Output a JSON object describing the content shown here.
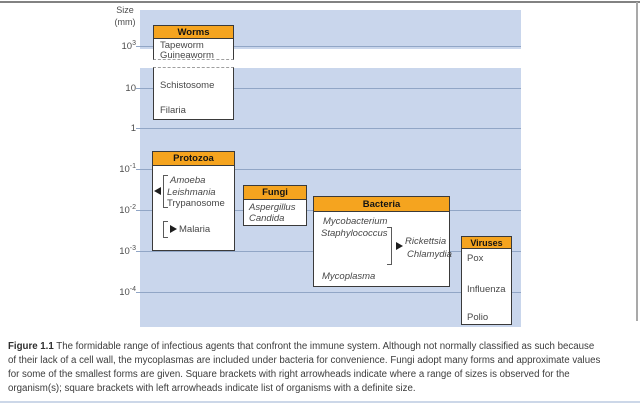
{
  "figure": {
    "axis": {
      "title_line1": "Size",
      "title_line2": "(mm)",
      "ticks": [
        {
          "base": "10",
          "exp": "3"
        },
        {
          "base": "10",
          "exp": ""
        },
        {
          "base": "1",
          "exp": ""
        },
        {
          "base": "10",
          "exp": "-1"
        },
        {
          "base": "10",
          "exp": "-2"
        },
        {
          "base": "10",
          "exp": "-3"
        },
        {
          "base": "10",
          "exp": "-4"
        }
      ]
    },
    "groups": {
      "worms": {
        "label": "Worms",
        "upper": [
          "Tapeworm",
          "Guineaworm"
        ],
        "lower": [
          "Schistosome",
          "Filaria"
        ]
      },
      "protozoa": {
        "label": "Protozoa",
        "list_members": [
          "Amoeba",
          "Leishmania",
          "Trypanosome"
        ],
        "range_member": "Malaria"
      },
      "fungi": {
        "label": "Fungi",
        "members": [
          "Aspergillus",
          "Candida"
        ]
      },
      "bacteria": {
        "label": "Bacteria",
        "top_members": [
          "Mycobacterium",
          "Staphylococcus"
        ],
        "range_members": [
          "Rickettsia",
          "Chlamydia"
        ],
        "bottom_member": "Mycoplasma"
      },
      "viruses": {
        "label": "Viruses",
        "members": [
          "Pox",
          "Influenza",
          "Polio"
        ]
      }
    },
    "caption": {
      "label": "Figure 1.1",
      "lines": [
        " The formidable range of infectious agents that confront the immune system. Although not normally classified as such because",
        "of their lack of a cell wall, the mycoplasmas are included under bacteria for convenience. Fungi adopt many forms and approximate values",
        "for some of the smallest forms are given. Square brackets with right arrowheads indicate where a range of sizes is observed for the",
        "organism(s); square brackets with left arrowheads indicate list of organisms with a definite size."
      ]
    },
    "colors": {
      "header_orange": "#f5a41f",
      "plot_blue": "#c9d6ec",
      "gridline": "#91a6c6",
      "box_border": "#3a3a3a"
    }
  },
  "chart_data": {
    "type": "bar",
    "subtype": "floating-range-boxes-on-log-axis",
    "title": "The formidable range of infectious agents that confront the immune system",
    "ylabel": "Size (mm)",
    "y_scale": "log",
    "y_tick_labels": [
      "10^3",
      "10",
      "1",
      "10^-1",
      "10^-2",
      "10^-3",
      "10^-4"
    ],
    "y_axis_break": "scale break between 10^3 and 10 (decade 10^2 omitted)",
    "categories": [
      "Worms",
      "Protozoa",
      "Fungi",
      "Bacteria",
      "Viruses"
    ],
    "ranges_mm_estimated": [
      [
        2,
        2000
      ],
      [
        0.001,
        0.09
      ],
      [
        0.004,
        0.02
      ],
      [
        0.00013,
        0.009
      ],
      [
        2e-05,
        0.001
      ]
    ],
    "members": {
      "Worms": [
        "Tapeworm",
        "Guineaworm",
        "Schistosome",
        "Filaria"
      ],
      "Protozoa": [
        "Amoeba",
        "Leishmania",
        "Trypanosome",
        "Malaria"
      ],
      "Fungi": [
        "Aspergillus",
        "Candida"
      ],
      "Bacteria": [
        "Mycobacterium",
        "Staphylococcus",
        "Rickettsia",
        "Chlamydia",
        "Mycoplasma"
      ],
      "Viruses": [
        "Pox",
        "Influenza",
        "Polio"
      ]
    },
    "annotations": [
      {
        "bracket": "left-arrowhead",
        "meaning": "list of organisms with a definite size",
        "applies_to": [
          "Amoeba",
          "Leishmania",
          "Trypanosome"
        ]
      },
      {
        "bracket": "right-arrowhead",
        "meaning": "range of sizes observed",
        "applies_to": [
          "Malaria"
        ],
        "range_mm_estimated": [
          0.0035,
          0.009
        ]
      },
      {
        "bracket": "right-arrowhead",
        "meaning": "range of sizes observed",
        "applies_to": [
          "Rickettsia",
          "Chlamydia"
        ],
        "range_mm_estimated": [
          0.0005,
          0.004
        ]
      }
    ],
    "legend_position": "none",
    "grid": true
  }
}
